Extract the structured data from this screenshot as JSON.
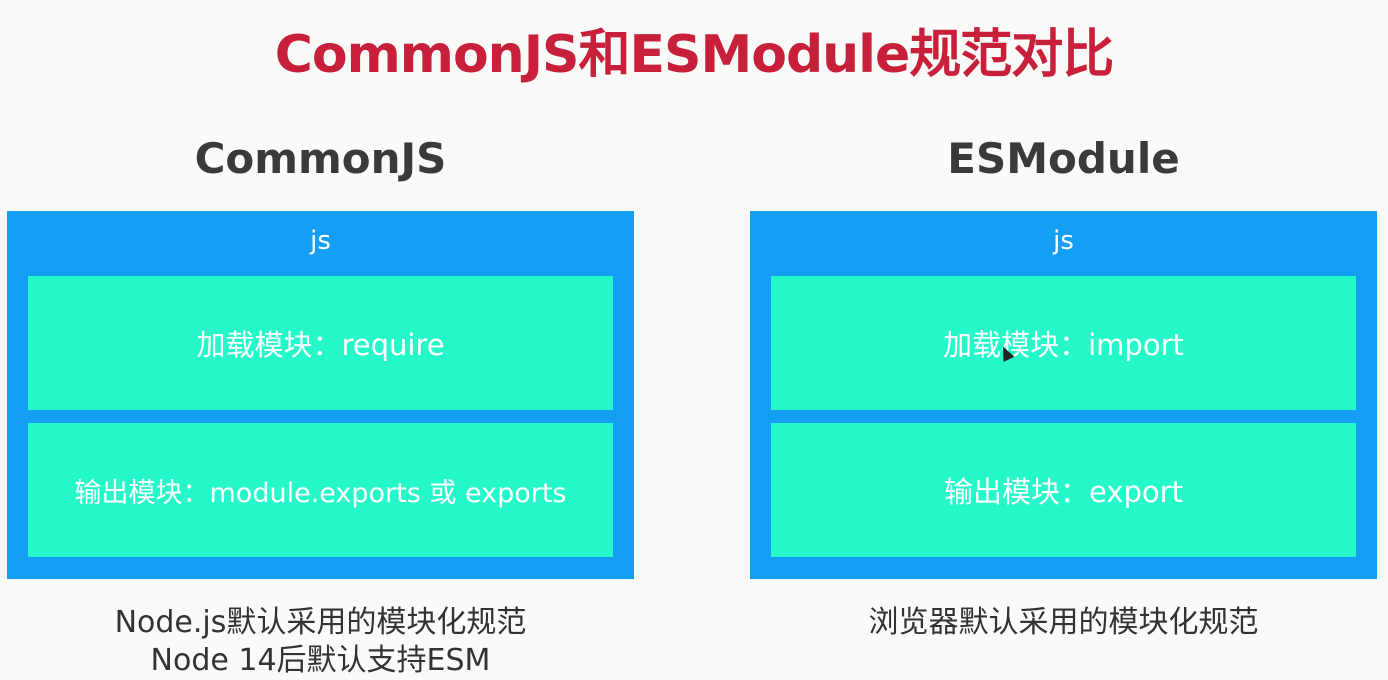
{
  "title": "CommonJS和ESModule规范对比",
  "colors": {
    "title": "#c8203a",
    "heading": "#3a3a3a",
    "panel_bg": "#159ff4",
    "inner_bg": "#25f9c9",
    "box_text": "#ffffff",
    "caption": "#333333"
  },
  "commonjs": {
    "heading": "CommonJS",
    "panel_label": "js",
    "load": "加载模块：require",
    "output": "输出模块：module.exports 或 exports",
    "caption_line1": "Node.js默认采用的模块化规范",
    "caption_line2": "Node 14后默认支持ESM"
  },
  "esmodule": {
    "heading": "ESModule",
    "panel_label": "js",
    "load": "加载模块：import",
    "output": "输出模块：export",
    "caption_line1": "浏览器默认采用的模块化规范"
  }
}
